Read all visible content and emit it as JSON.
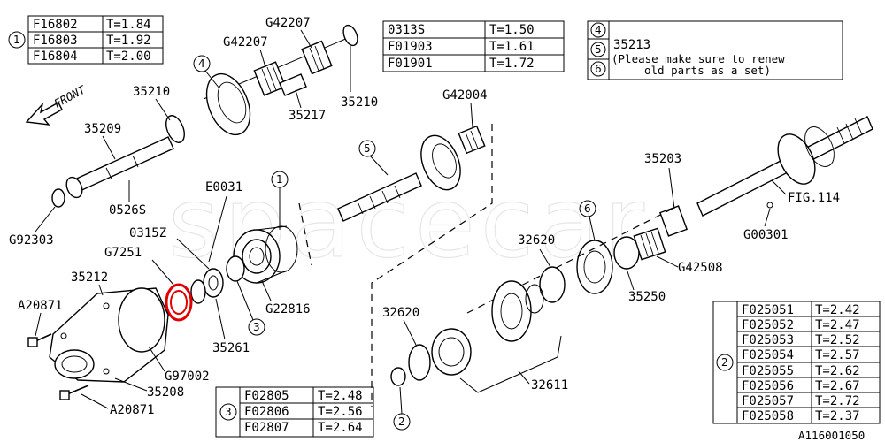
{
  "watermark": "spacecar",
  "front_label": "FRONT",
  "diagram_code": "A116001050",
  "callout_circles": [
    "1",
    "2",
    "3",
    "4",
    "5",
    "6"
  ],
  "tables": {
    "t1": {
      "ref": "1",
      "rows": [
        [
          "F16802",
          "T=1.84"
        ],
        [
          "F16803",
          "T=1.92"
        ],
        [
          "F16804",
          "T=2.00"
        ]
      ]
    },
    "t_top": {
      "rows": [
        [
          "0313S",
          "T=1.50"
        ],
        [
          "F01903",
          "T=1.61"
        ],
        [
          "F01901",
          "T=1.72"
        ]
      ]
    },
    "t_note": {
      "refs": [
        "4",
        "5",
        "6"
      ],
      "line1": "35213",
      "line2": "(Please make sure to renew",
      "line3": "old parts as a set)"
    },
    "t3": {
      "ref": "3",
      "rows": [
        [
          "F02805",
          "T=2.48"
        ],
        [
          "F02806",
          "T=2.56"
        ],
        [
          "F02807",
          "T=2.64"
        ]
      ]
    },
    "t2": {
      "ref": "2",
      "rows": [
        [
          "F025051",
          "T=2.42"
        ],
        [
          "F025052",
          "T=2.47"
        ],
        [
          "F025053",
          "T=2.52"
        ],
        [
          "F025054",
          "T=2.57"
        ],
        [
          "F025055",
          "T=2.62"
        ],
        [
          "F025056",
          "T=2.67"
        ],
        [
          "F025057",
          "T=2.72"
        ],
        [
          "F025058",
          "T=2.37"
        ]
      ]
    }
  },
  "labels": {
    "g42207_a": "G42207",
    "g42207_b": "G42207",
    "p35210_a": "35210",
    "p35210_b": "35210",
    "p35217": "35217",
    "g42004": "G42004",
    "p35209": "35209",
    "p0526s": "0526S",
    "g92303": "G92303",
    "e0031": "E0031",
    "p0315z": "0315Z",
    "g7251": "G7251",
    "p35212": "35212",
    "a20871_a": "A20871",
    "a20871_b": "A20871",
    "g97002": "G97002",
    "p35208": "35208",
    "p35261": "35261",
    "g22816": "G22816",
    "p35203": "35203",
    "fig114": "FIG.114",
    "g00301": "G00301",
    "g42508": "G42508",
    "p35250": "35250",
    "p32620_a": "32620",
    "p32620_b": "32620",
    "p32611": "32611"
  }
}
